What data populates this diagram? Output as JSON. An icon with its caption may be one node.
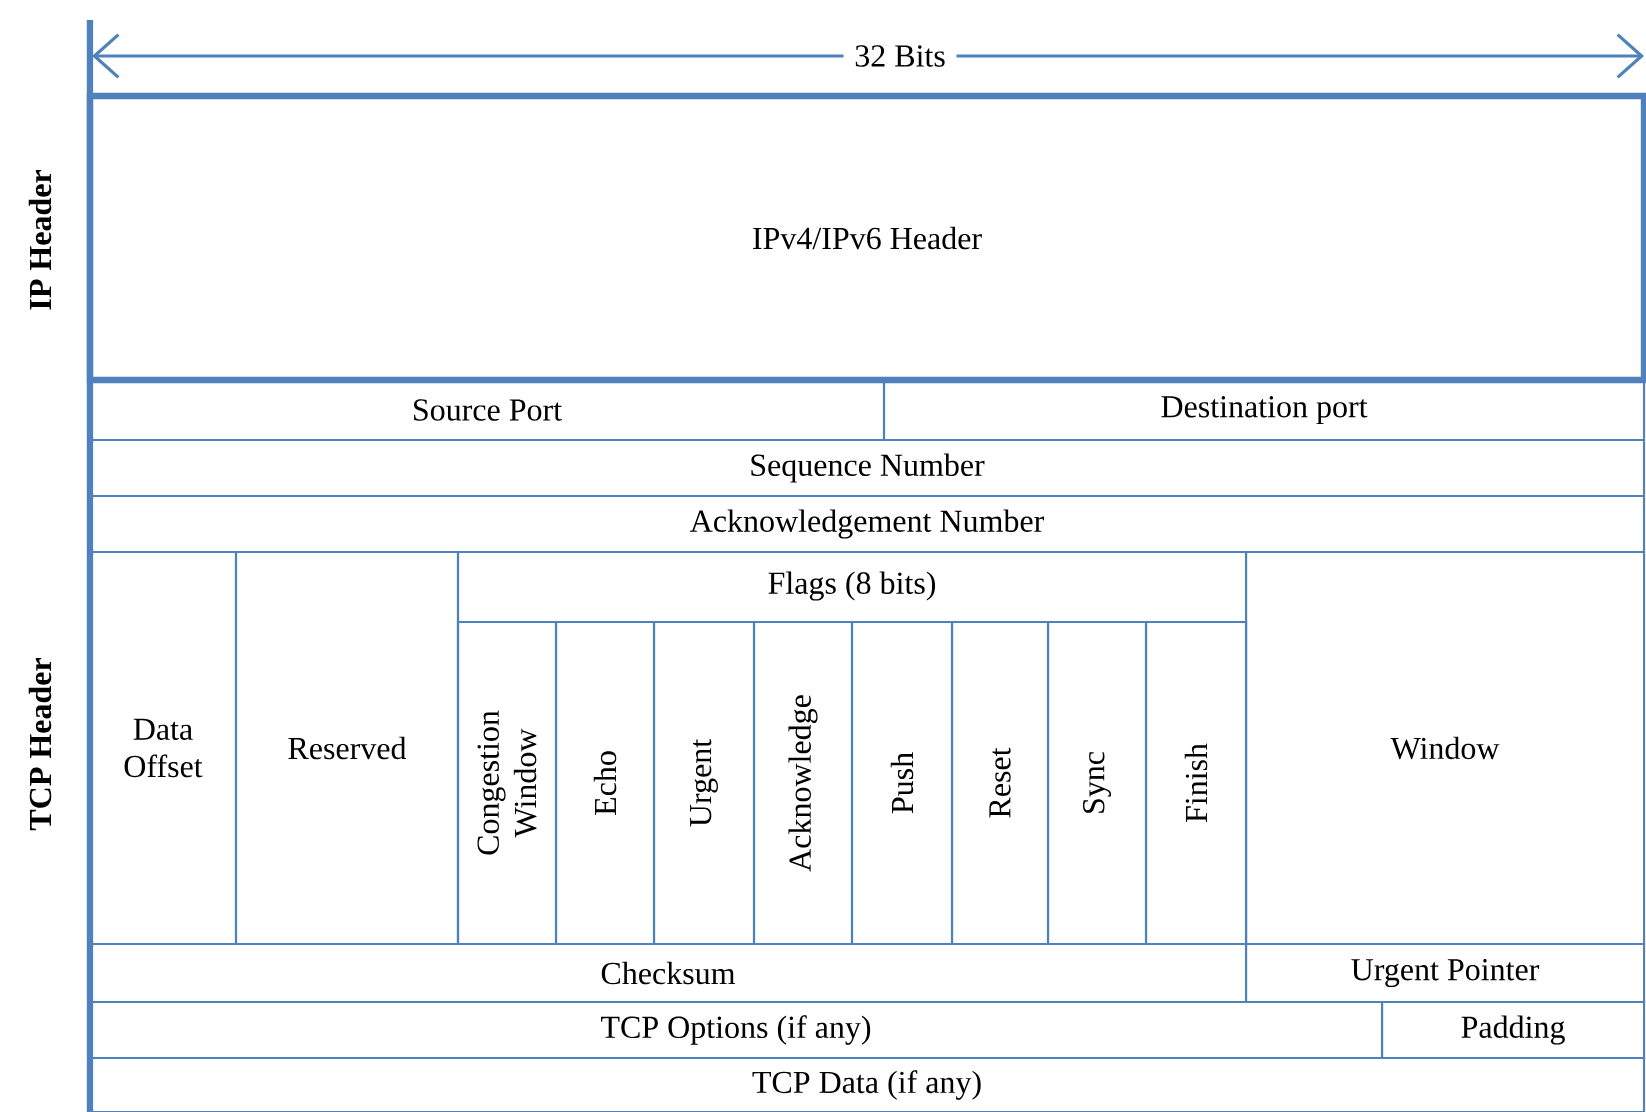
{
  "diagram": {
    "nodes": [
      {
        "text": [
          "IPv4/IPv6 Header"
        ]
      },
      {
        "text": [
          "Source Port"
        ]
      },
      {
        "text": [
          "Destination port"
        ]
      },
      {
        "text": [
          "Sequence Number"
        ]
      },
      {
        "text": [
          "Acknowledgement Number"
        ]
      },
      {
        "text": [
          "Data Offset"
        ]
      },
      {
        "text": [
          "Reserved"
        ]
      },
      {
        "text": [
          "Flags (8 bits)"
        ]
      },
      {
        "text": [
          "Congestion Window"
        ],
        "in": 7
      },
      {
        "text": [
          "Echo"
        ],
        "in": 7
      },
      {
        "text": [
          "Urgent"
        ],
        "in": 7
      },
      {
        "text": [
          "Acknowledge"
        ],
        "in": 7
      },
      {
        "text": [
          "Push"
        ],
        "in": 7
      },
      {
        "text": [
          "Reset"
        ],
        "in": 7
      },
      {
        "text": [
          "Sync"
        ],
        "in": 7
      },
      {
        "text": [
          "Finish"
        ],
        "in": 7
      },
      {
        "text": [
          "Window"
        ]
      },
      {
        "text": [
          "Checksum"
        ]
      },
      {
        "text": [
          "Urgent Pointer"
        ]
      },
      {
        "text": [
          "TCP Options (if any)"
        ]
      },
      {
        "text": [
          "Padding"
        ]
      },
      {
        "text": [
          "TCP Data (if any)"
        ]
      }
    ],
    "labels": [
      "32 Bits",
      "IP Header",
      "TCP Header"
    ]
  }
}
